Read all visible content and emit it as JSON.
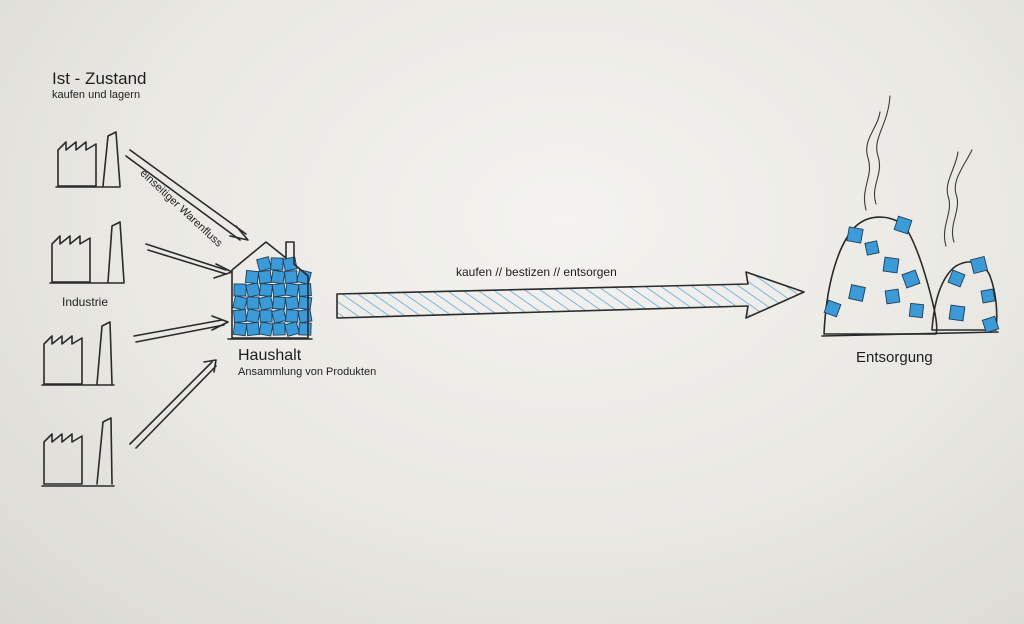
{
  "title": "Ist - Zustand",
  "subtitle": "kaufen und lagern",
  "industry_label": "Industrie",
  "flow_label": "einseitiger Warenfluss",
  "household": {
    "label": "Haushalt",
    "sublabel": "Ansammlung von Produkten"
  },
  "arrow_label": "kaufen // bestizen // entsorgen",
  "disposal_label": "Entsorgung",
  "accent_color": "#3b9ad8",
  "icons": [
    "factory-icon",
    "house-icon",
    "waste-pile-icon",
    "smoke-icon"
  ]
}
